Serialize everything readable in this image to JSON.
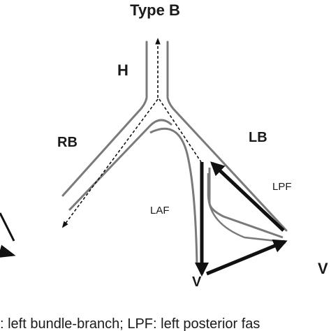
{
  "title": "Type B",
  "labels": {
    "his": "H",
    "right_branch": "RB",
    "left_branch": "LB",
    "lpf": "LPF",
    "laf": "LAF",
    "v_left": "V",
    "v_right": "V"
  },
  "caption": ": left bundle-branch; LPF: left posterior fas",
  "colors": {
    "line": "#777777",
    "arrow": "#111111",
    "text": "#1a1a1a"
  }
}
